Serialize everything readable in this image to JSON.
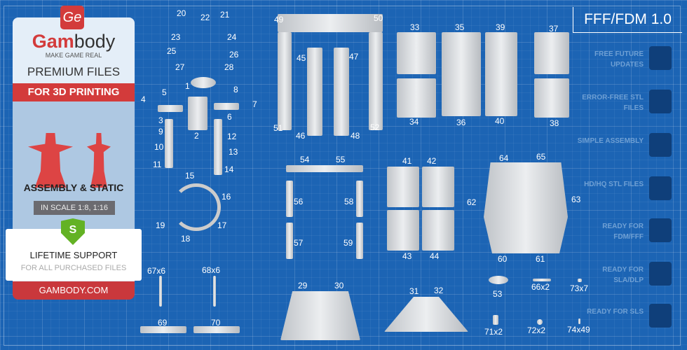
{
  "brand": {
    "logo_text": "Ge",
    "name_red": "Gam",
    "name_rest": "body",
    "tagline": "MAKE GAME REAL"
  },
  "panel": {
    "premium": "PREMIUM FILES",
    "for_3d": "FOR 3D PRINTING",
    "assembly": "ASSEMBLY & STATIC",
    "scale": "IN SCALE 1:8, 1:16",
    "shield_letter": "S",
    "lifetime": "LIFETIME SUPPORT",
    "lifetime_sub": "FOR ALL PURCHASED FILES",
    "website": "GAMBODY.COM"
  },
  "version": "FFF/FDM 1.0",
  "features": [
    {
      "label": "FREE FUTURE UPDATES",
      "icon": "update-icon"
    },
    {
      "label": "ERROR-FREE STL FILES",
      "icon": "file-check-icon"
    },
    {
      "label": "SIMPLE ASSEMBLY",
      "icon": "puzzle-icon"
    },
    {
      "label": "HD/HQ STL FILES",
      "icon": "avatar-icon"
    },
    {
      "label": "READY FOR FDM/FFF",
      "icon": "fdm-printer-icon"
    },
    {
      "label": "READY FOR SLA/DLP",
      "icon": "sla-printer-icon"
    },
    {
      "label": "READY FOR SLS",
      "icon": "sls-printer-icon"
    }
  ],
  "part_labels": [
    "20",
    "22",
    "21",
    "23",
    "24",
    "25",
    "26",
    "27",
    "28",
    "1",
    "8",
    "5",
    "4",
    "7",
    "3",
    "6",
    "2",
    "9",
    "12",
    "10",
    "13",
    "11",
    "14",
    "15",
    "16",
    "19",
    "17",
    "18",
    "49",
    "50",
    "45",
    "47",
    "51",
    "46",
    "48",
    "52",
    "33",
    "35",
    "39",
    "37",
    "34",
    "36",
    "40",
    "38",
    "54",
    "55",
    "56",
    "58",
    "57",
    "59",
    "41",
    "42",
    "43",
    "44",
    "64",
    "65",
    "62",
    "63",
    "60",
    "61",
    "67x6",
    "68x6",
    "69",
    "70",
    "29",
    "30",
    "31",
    "32",
    "53",
    "66x2",
    "73x7",
    "71x2",
    "72x2",
    "74x49"
  ],
  "colors": {
    "background": "#1c64b4",
    "brand_red": "#d33b3b",
    "panel": "#e4eef8",
    "shield": "#63b224"
  }
}
